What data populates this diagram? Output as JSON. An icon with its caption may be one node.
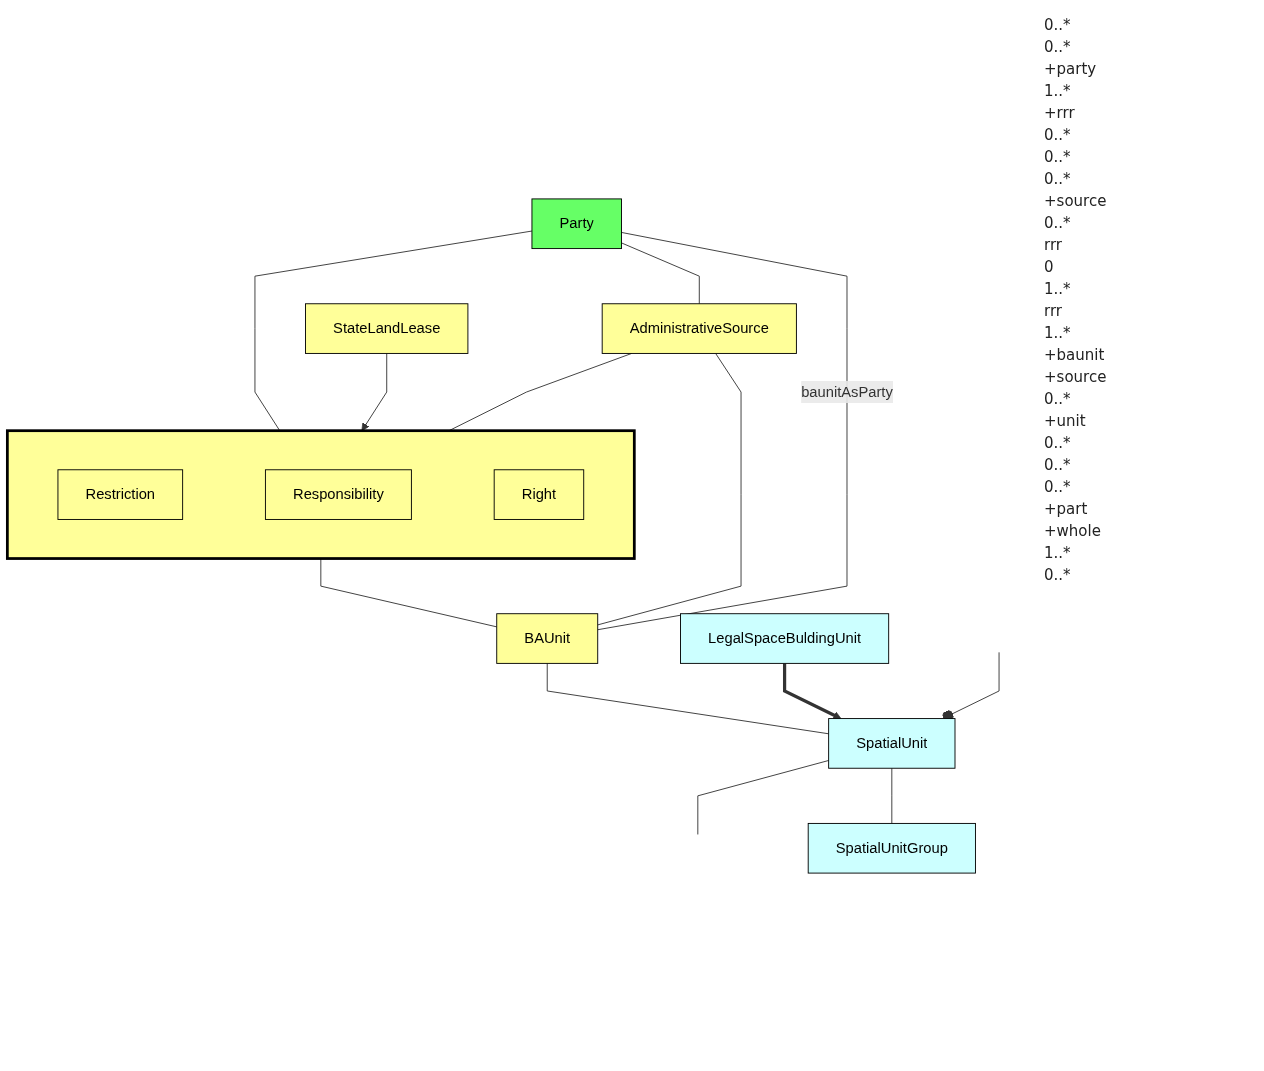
{
  "diagram": {
    "nodes": [
      {
        "text": [
          "Party"
        ]
      },
      {
        "text": [
          "AdministrativeSource"
        ]
      },
      {
        "text": [],
        "shape": "box"
      },
      {
        "text": [
          "Restriction"
        ],
        "in": 2
      },
      {
        "text": [
          "Responsibility"
        ],
        "in": 2
      },
      {
        "text": [
          "Right"
        ],
        "in": 2
      },
      {
        "text": [
          "StateLandLease"
        ]
      },
      {
        "text": [
          "BAUnit"
        ]
      },
      {
        "text": [
          "LegalSpaceBuldingUnit"
        ]
      },
      {
        "text": [
          "SpatialUnit"
        ]
      },
      {
        "text": [
          "SpatialUnitGroup"
        ]
      }
    ],
    "edges": [
      {
        "from": 0,
        "to": 7,
        "arrow": "none",
        "label": "baunitAsParty"
      },
      {
        "from": 0,
        "to": 2,
        "arrow": "none"
      },
      {
        "from": 0,
        "to": 1,
        "arrow": "none"
      },
      {
        "from": 1,
        "to": 2,
        "arrow": "none"
      },
      {
        "from": 2,
        "to": 7,
        "arrow": "none"
      },
      {
        "from": 6,
        "to": 2,
        "arrow": "to"
      },
      {
        "from": 1,
        "to": 7,
        "arrow": "none"
      },
      {
        "from": 7,
        "to": 9,
        "arrow": "none"
      },
      {
        "from": 8,
        "to": 9,
        "arrow": "to",
        "style": "thick"
      },
      {
        "from": 9,
        "to": 10,
        "arrow": "none"
      },
      {
        "from": 9,
        "to": null,
        "arrow": "other"
      },
      {
        "from": 9,
        "to": null,
        "arrow": "none"
      }
    ],
    "labels": [
      "0..*",
      "0..*",
      "+party",
      "1..*",
      "+rrr",
      "0..*",
      "0..*",
      "0..*",
      "+source",
      "0..*",
      "rrr",
      "0",
      "1..*",
      "rrr",
      "1..*",
      "+baunit",
      "+source",
      "0..*",
      "+unit",
      "0..*",
      "0..*",
      "0..*",
      "+part",
      "+whole",
      "1..*",
      "0..*"
    ]
  }
}
